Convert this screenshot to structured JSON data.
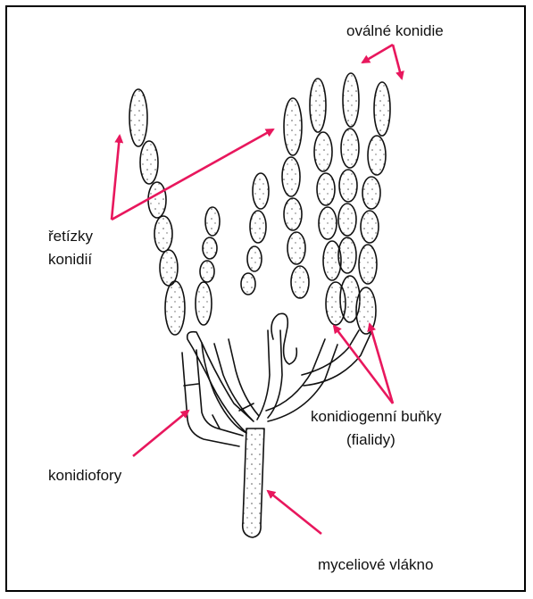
{
  "labels": {
    "ovalne_konidie": "oválné konidie",
    "retizky_line1": "řetízky",
    "retizky_line2": "konidií",
    "konidiogenni_line1": "konidiogenní buňky",
    "konidiogenni_line2": "(fialidy)",
    "konidiofory": "konidiofory",
    "myceliove_vlakno": "myceliové vlákno"
  },
  "colors": {
    "arrow": "#e8175d",
    "outline": "#111111"
  }
}
